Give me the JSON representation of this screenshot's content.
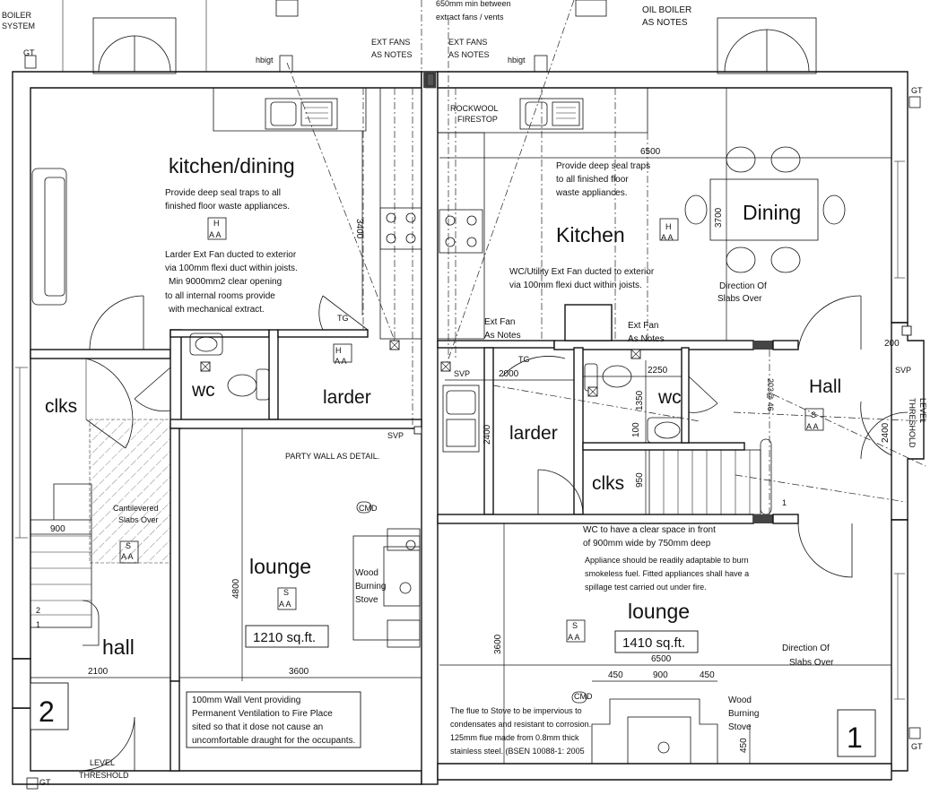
{
  "rooms": {
    "kitchen_dining": "kitchen/dining",
    "kitchen": "Kitchen",
    "dining": "Dining",
    "clks_left": "clks",
    "wc_left": "wc",
    "larder_left": "larder",
    "lounge_left": "lounge",
    "hall_left": "hall",
    "larder_right": "larder",
    "wc_right": "wc",
    "clks_right": "clks",
    "hall_right": "Hall",
    "lounge_right": "lounge"
  },
  "areas": {
    "left": "1210 sq.ft.",
    "right": "1410 sq.ft."
  },
  "unit_numbers": {
    "left": "2",
    "right": "1"
  },
  "notes": {
    "boiler_system_1": "BOILER",
    "boiler_system_2": "SYSTEM",
    "oil_boiler_1": "OIL BOILER",
    "oil_boiler_2": "AS NOTES",
    "top_vents_1": "650mm min between",
    "top_vents_2": "extract fans / vents",
    "ext_fans_left_1": "EXT FANS",
    "ext_fans_left_2": "AS NOTES",
    "ext_fans_right_1": "EXT FANS",
    "ext_fans_right_2": "AS NOTES",
    "hbigt_left": "hbigt",
    "hbigt_right": "hbigt",
    "rockwool_1": "ROCKWOOL",
    "rockwool_2": "FIRESTOP",
    "seal_traps_left_1": "Provide deep seal traps to all",
    "seal_traps_left_2": "finished floor waste appliances.",
    "larder_fan_1": "Larder Ext Fan ducted to exterior",
    "larder_fan_2": "via 100mm flexi duct within joists.",
    "larder_fan_3": "Min 9000mm2 clear opening",
    "larder_fan_4": "to all internal rooms provide",
    "larder_fan_5": "with mechanical extract.",
    "seal_traps_right_1": "Provide deep seal traps",
    "seal_traps_right_2": "to all finished floor",
    "seal_traps_right_3": "waste appliances.",
    "wc_utility_1": "WC/Utility Ext Fan ducted to exterior",
    "wc_utility_2": "via 100mm flexi duct within joists.",
    "ext_fan_a_1": "Ext Fan",
    "ext_fan_a_2": "As Notes",
    "ext_fan_b_1": "Ext Fan",
    "ext_fan_b_2": "As Notes",
    "slabs_over_1": "Direction Of",
    "slabs_over_2": "Slabs Over",
    "slabs_over_b_1": "Direction Of",
    "slabs_over_b_2": "Slabs Over",
    "cantilevered_1": "Cantilevered",
    "cantilevered_2": "Slabs Over",
    "tg_left": "TG",
    "tg_right": "TG",
    "svp_left": "SVP",
    "svp_mid": "SVP",
    "svp_right": "SVP",
    "gt_tl": "GT",
    "gt_tr": "GT",
    "gt_bl": "GT",
    "gt_br": "GT",
    "party_wall": "PARTY WALL AS DETAIL.",
    "cmd_left": "CMD",
    "cmd_right": "CMD",
    "stove_left_1": "Wood",
    "stove_left_2": "Burning",
    "stove_left_3": "Stove",
    "stove_right_1": "Wood",
    "stove_right_2": "Burning",
    "stove_right_3": "Stove",
    "wall_vent_1": "100mm Wall Vent providing",
    "wall_vent_2": "Permanent Ventilation to Fire Place",
    "wall_vent_3": "sited so that it dose not cause an",
    "wall_vent_4": "uncomfortable draught for the occupants.",
    "wc_space_1": "WC to have a clear space in front",
    "wc_space_2": "of 900mm wide by 750mm deep",
    "appliance_1": "Appliance should be readily adaptable to burn",
    "appliance_2": "smokeless fuel. Fitted appliances shall have a",
    "appliance_3": "spillage test carried out under fire.",
    "flue_1": "The flue to Stove to be impervious to",
    "flue_2": "condensates and resistant to corrosion.",
    "flue_3": "125mm flue made from 0.8mm thick",
    "flue_4": "stainless steel. (BSEN 10088-1: 2005",
    "level_threshold_left_1": "LEVEL",
    "level_threshold_left_2": "THRESHOLD",
    "level_threshold_right_1": "LEVEL",
    "level_threshold_right_2": "THRESHOLD",
    "stairs_rise": "203@ 46",
    "stair_1": "1",
    "stair_2": "2",
    "stair_r1": "1"
  },
  "symbols": {
    "sa": "S",
    "aa": "A A",
    "ha": "H"
  },
  "dimensions": {
    "d6500_top": "6500",
    "d3700": "3700",
    "d3400": "3400",
    "d2000": "2000",
    "d2250": "2250",
    "d1350": "1350",
    "d100": "100",
    "d950": "950",
    "d2400_larder": "2400",
    "d2400_hall": "2400",
    "d200": "200",
    "d900_stair": "900",
    "d4800": "4800",
    "d2100": "2100",
    "d3600_left": "3600",
    "d3600_right": "3600",
    "d6500_lounge": "6500",
    "d450_a": "450",
    "d900_stove": "900",
    "d450_b": "450",
    "d450_c": "450"
  }
}
